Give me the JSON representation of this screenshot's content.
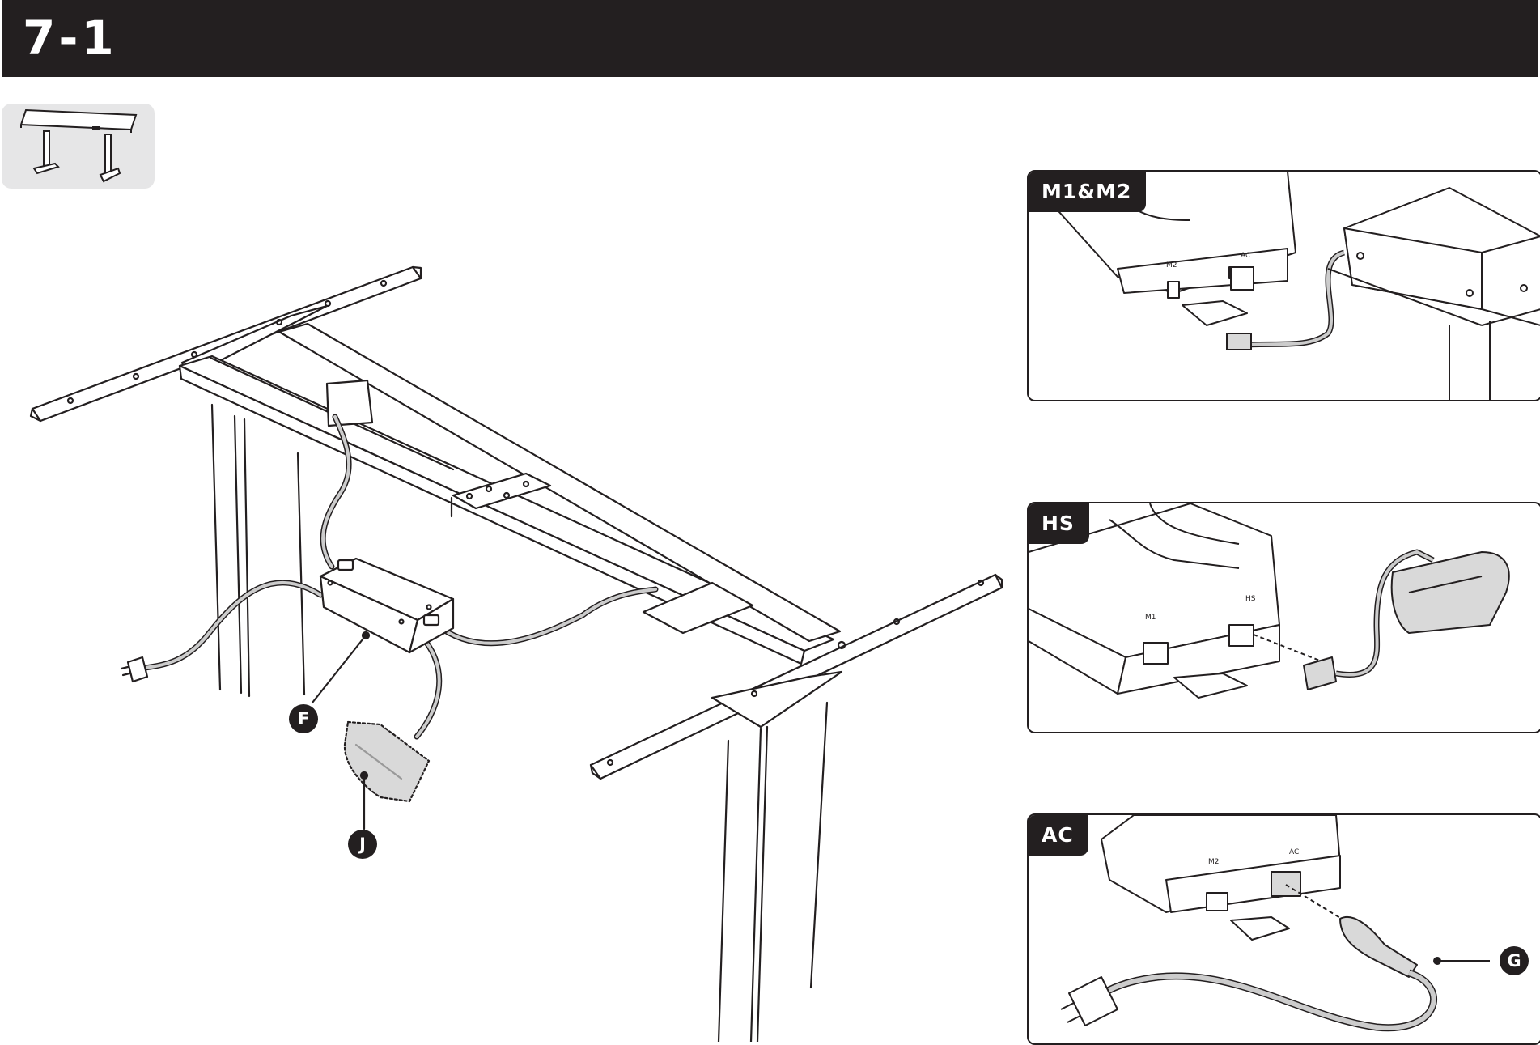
{
  "header": {
    "step": "7-1"
  },
  "callouts": {
    "F": "F",
    "J": "J",
    "G": "G"
  },
  "panels": [
    {
      "tag": "M1&M2"
    },
    {
      "tag": "HS"
    },
    {
      "tag": "AC"
    }
  ],
  "port_labels": {
    "m2": "M2",
    "m1": "M1",
    "ac": "AC",
    "hs": "HS"
  },
  "colors": {
    "header": "#231f20",
    "thumbnail_bg": "#e6e6e7",
    "highlight_part": "#d9d9d9"
  }
}
